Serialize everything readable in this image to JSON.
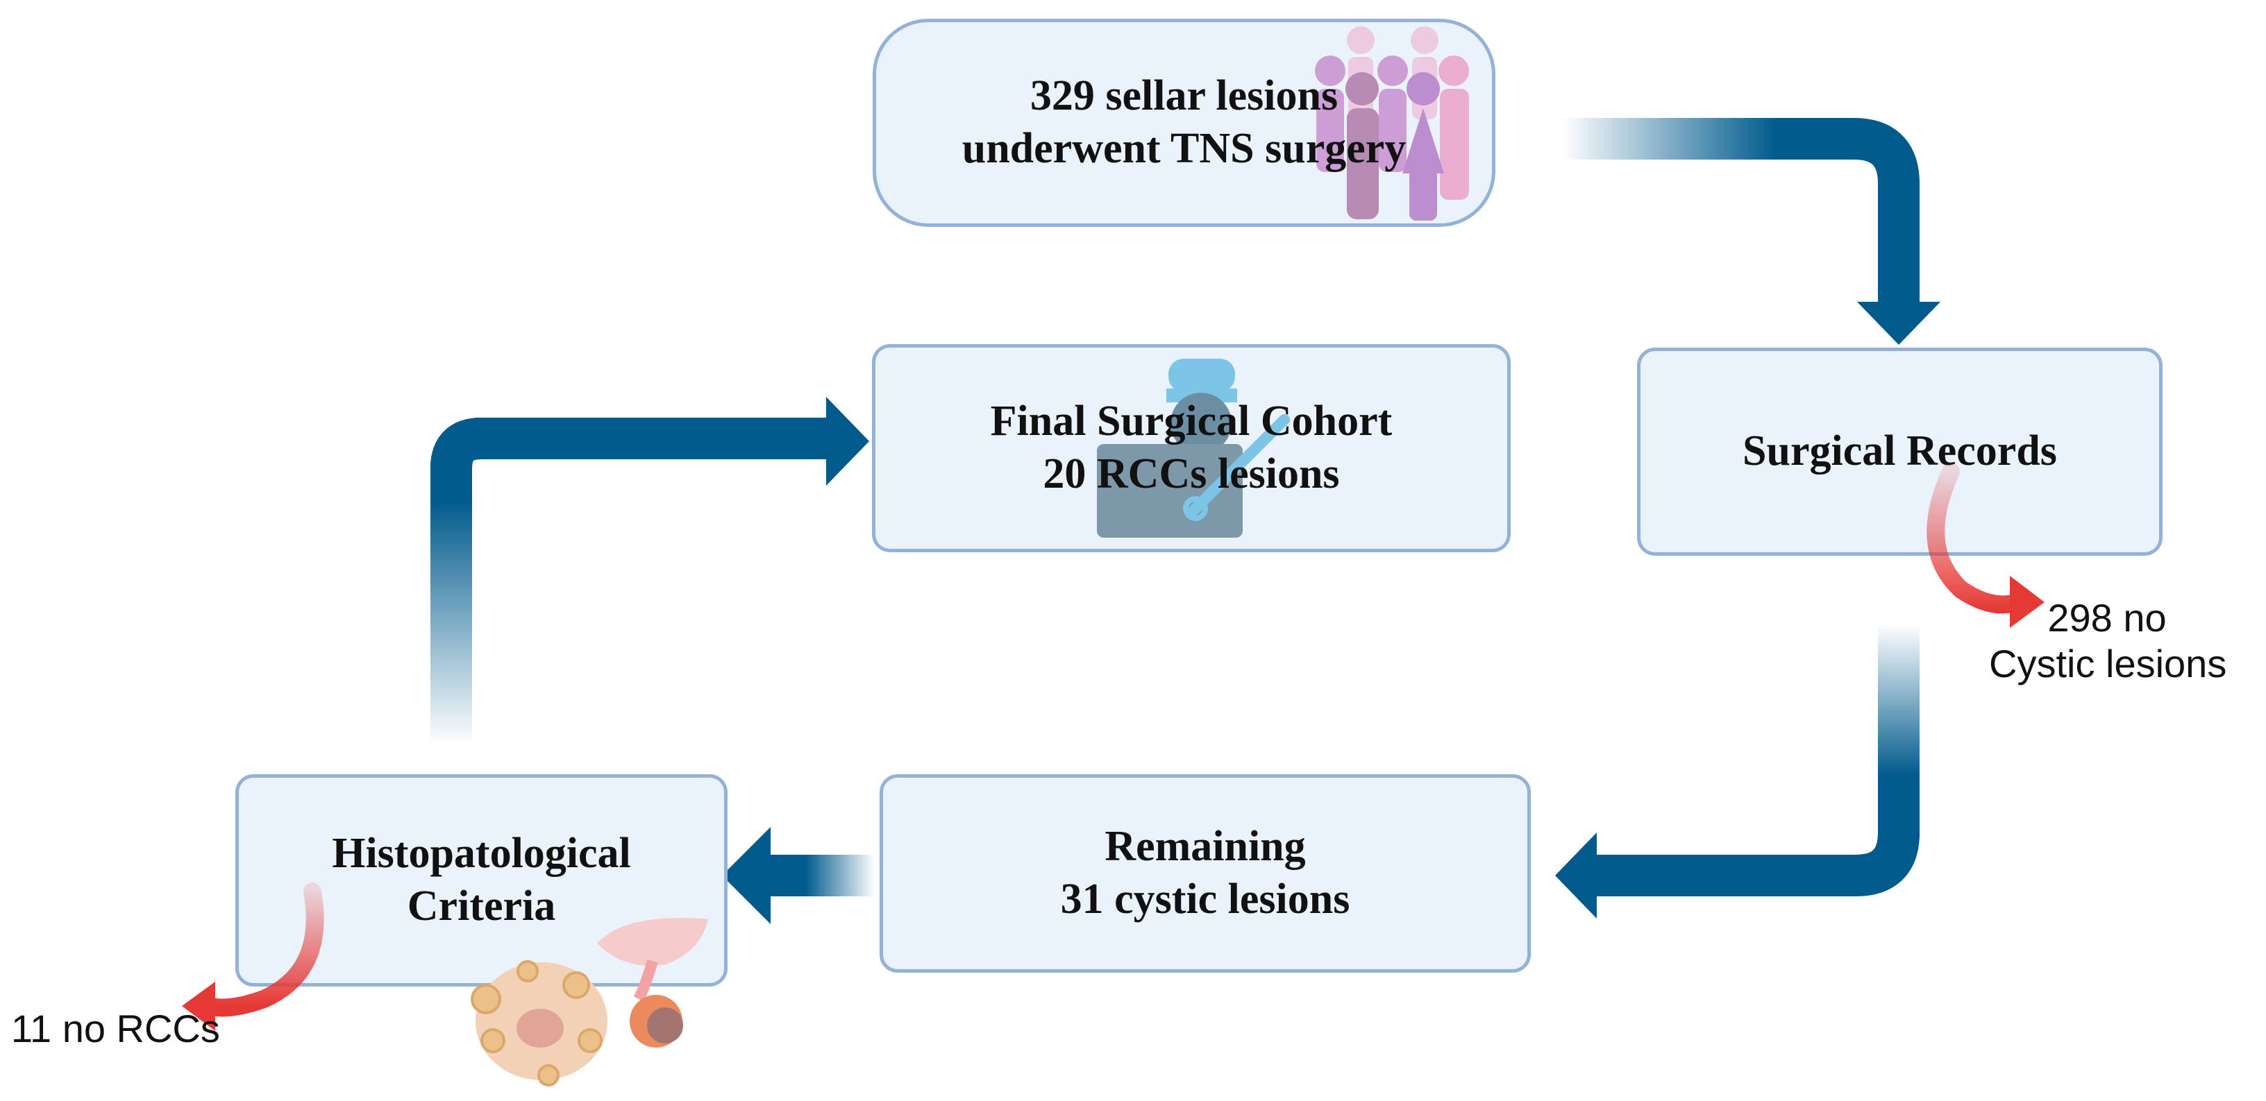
{
  "diagram": {
    "nodes": {
      "start": {
        "line1": "329 sellar lesions",
        "line2": "underwent TNS surgery"
      },
      "surgical_records": {
        "line1": "Surgical Records"
      },
      "remaining": {
        "line1": "Remaining",
        "line2": "31 cystic lesions"
      },
      "histopathological": {
        "line1": "Histopatological",
        "line2": "Criteria"
      },
      "final": {
        "line1": "Final Surgical Cohort",
        "line2": "20 RCCs lesions"
      }
    },
    "exclusions": {
      "no_cystic": {
        "line1": "298 no",
        "line2": "Cystic lesions"
      },
      "no_rcc": {
        "line1": "11 no RCCs"
      }
    },
    "colors": {
      "flow_arrow": "#005a8c",
      "exclusion_arrow": "#e53935",
      "box_fill": "#eaf2fb",
      "box_border": "#93b1d9"
    },
    "icons": [
      "people-group-icon",
      "surgeon-icon",
      "cell-cluster-icon",
      "pituitary-gland-icon"
    ]
  }
}
